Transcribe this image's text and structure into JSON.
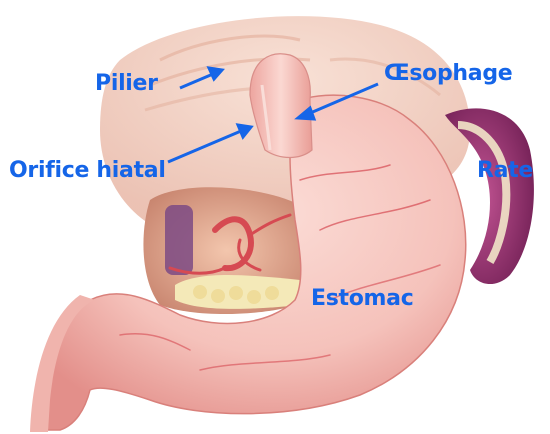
{
  "figure": {
    "labels": {
      "pilier": "Pilier",
      "oesophage": "Œsophage",
      "orifice": "Orifice hiatal",
      "rate": "Rate",
      "estomac": "Estomac"
    },
    "colors": {
      "label_text": "#1565e8",
      "arrow": "#1565e8",
      "stomach": "#f6c9c3",
      "stomach_shadow": "#e79a93",
      "diaphragm": "#f1d3c6",
      "spleen": "#9b2f72",
      "vessel": "#d64a52",
      "fat": "#f4e9b8"
    }
  }
}
